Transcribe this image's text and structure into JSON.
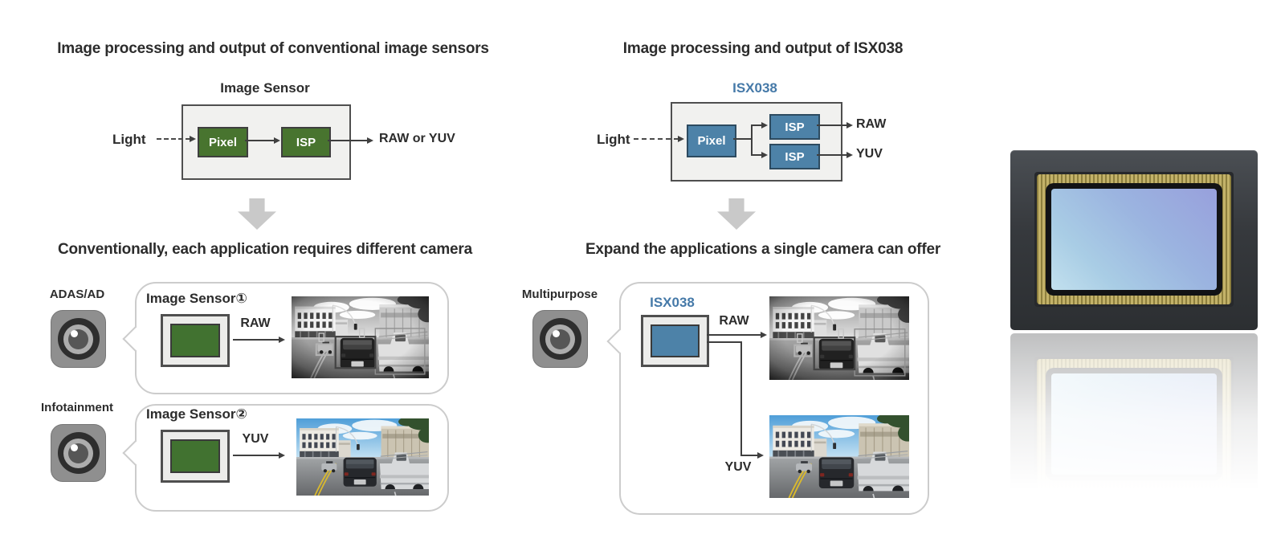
{
  "colors": {
    "accent_blue": "#4579a8",
    "sensor_green": "#417230",
    "sensor_blue": "#4d82a8",
    "diagram_box_fill": "#f1f1ef",
    "fat_arrow_gray": "#c9c9c9",
    "detect_red": "#df1f15",
    "detect_yellow": "#dfb300",
    "detect_green": "#55a92e",
    "detect_blue": "#96ccec"
  },
  "panels": {
    "conventional": {
      "title": "Image processing and output of conventional image sensors",
      "diagram_label": "Image Sensor",
      "input": "Light",
      "pixel": "Pixel",
      "isp": "ISP",
      "output": "RAW or YUV"
    },
    "isx038": {
      "title": "Image processing and output of ISX038",
      "diagram_label": "ISX038",
      "input": "Light",
      "pixel": "Pixel",
      "isp1": "ISP",
      "isp2": "ISP",
      "output_raw": "RAW",
      "output_yuv": "YUV"
    },
    "conventional_apps": {
      "title": "Conventionally, each application requires different camera",
      "rows": [
        {
          "application": "ADAS/AD",
          "sensor_label": "Image Sensor①",
          "output": "RAW",
          "photo": "grayscale street scene with detection boxes"
        },
        {
          "application": "Infotainment",
          "sensor_label": "Image Sensor②",
          "output": "YUV",
          "photo": "color street scene"
        }
      ]
    },
    "isx038_apps": {
      "title": "Expand the applications a single camera can offer",
      "application": "Multipurpose",
      "sensor_label": "ISX038",
      "output_raw": "RAW",
      "output_yuv": "YUV",
      "photo_raw": "grayscale street scene with detection boxes",
      "photo_yuv": "color street scene"
    }
  },
  "icons": {
    "camera": "camera-icon",
    "down_arrow": "down-arrow-icon",
    "chip": "image-sensor-chip"
  }
}
